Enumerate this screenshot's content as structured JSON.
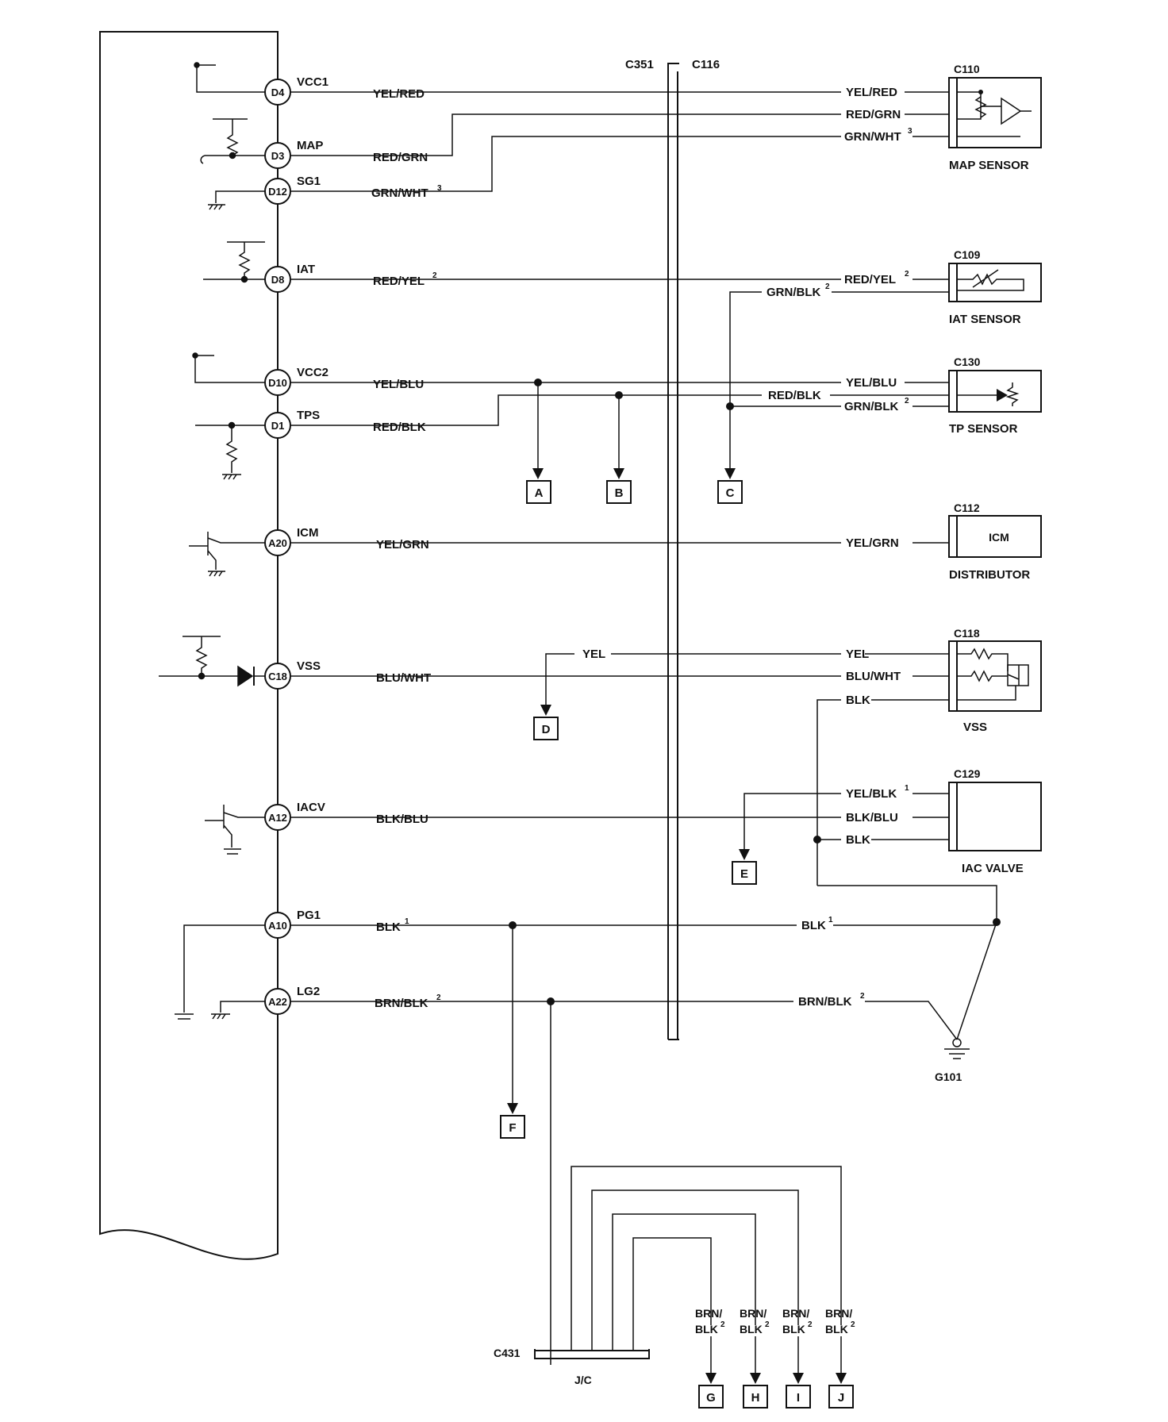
{
  "ecm_pins": [
    {
      "pin": "D4",
      "signal": "VCC1",
      "wire": "YEL/RED"
    },
    {
      "pin": "D3",
      "signal": "MAP",
      "wire": "RED/GRN"
    },
    {
      "pin": "D12",
      "signal": "SG1",
      "wire": "GRN/WHT",
      "sup": "3"
    },
    {
      "pin": "D8",
      "signal": "IAT",
      "wire": "RED/YEL",
      "sup": "2"
    },
    {
      "pin": "D10",
      "signal": "VCC2",
      "wire": "YEL/BLU"
    },
    {
      "pin": "D1",
      "signal": "TPS",
      "wire": "RED/BLK"
    },
    {
      "pin": "A20",
      "signal": "ICM",
      "wire": "YEL/GRN"
    },
    {
      "pin": "C18",
      "signal": "VSS",
      "wire": "BLU/WHT"
    },
    {
      "pin": "A12",
      "signal": "IACV",
      "wire": "BLK/BLU"
    },
    {
      "pin": "A10",
      "signal": "PG1",
      "wire": "BLK",
      "sup": "1"
    },
    {
      "pin": "A22",
      "signal": "LG2",
      "wire": "BRN/BLK",
      "sup": "2"
    }
  ],
  "connectors": {
    "c351": "C351",
    "c116": "C116",
    "c431": "C431",
    "jc": "J/C",
    "g101": "G101"
  },
  "components": [
    {
      "conn": "C110",
      "name": "MAP SENSOR"
    },
    {
      "conn": "C109",
      "name": "IAT SENSOR"
    },
    {
      "conn": "C130",
      "name": "TP SENSOR"
    },
    {
      "conn": "C112",
      "name": "DISTRIBUTOR",
      "inner": "ICM"
    },
    {
      "conn": "C118",
      "name": "VSS"
    },
    {
      "conn": "C129",
      "name": "IAC VALVE"
    }
  ],
  "right_wires": {
    "map": [
      "YEL/RED",
      "RED/GRN",
      "GRN/WHT"
    ],
    "map_sup": "3",
    "iat": [
      "RED/YEL",
      "GRN/BLK"
    ],
    "iat_sup": "2",
    "tp": [
      "YEL/BLU",
      "RED/BLK",
      "GRN/BLK"
    ],
    "tp_sup": "2",
    "icm": "YEL/GRN",
    "vss": [
      "YEL",
      "BLU/WHT",
      "BLK"
    ],
    "vss_branch": "YEL",
    "iac": [
      "YEL/BLK",
      "BLK/BLU",
      "BLK"
    ],
    "iac_sup": "1",
    "pg1": "BLK",
    "pg1_sup": "1",
    "lg2": "BRN/BLK",
    "lg2_sup": "2"
  },
  "splice_labels": [
    "A",
    "B",
    "C",
    "D",
    "E",
    "F",
    "G",
    "H",
    "I",
    "J"
  ],
  "jc_wire": {
    "top": "BRN/",
    "bottom": "BLK",
    "sup": "2"
  }
}
